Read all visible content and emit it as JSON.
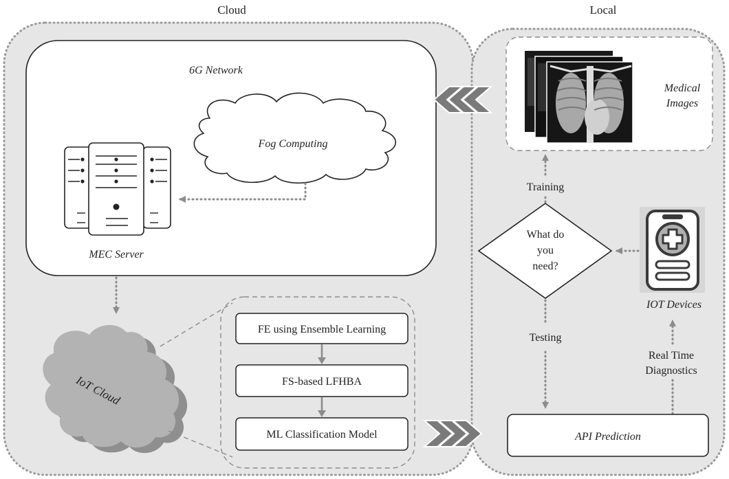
{
  "cloud": {
    "title": "Cloud",
    "network_label": "6G Network",
    "fog_label": "Fog Computing",
    "server_label": "MEC Server",
    "iot_cloud_label": "IoT Cloud",
    "pipeline": [
      "FE using Ensemble Learning",
      "FS-based LFHBA",
      "ML Classification Model"
    ]
  },
  "local": {
    "title": "Local",
    "images_label_line1": "Medical",
    "images_label_line2": "Images",
    "decision_line1": "What do",
    "decision_line2": "you",
    "decision_line3": "need?",
    "training_label": "Training",
    "testing_label": "Testing",
    "devices_label": "IOT Devices",
    "realtime_line1": "Real Time",
    "realtime_line2": "Diagnostics",
    "prediction_label": "API Prediction"
  },
  "colors": {
    "panel_fill": "#e6e6e7",
    "dotted_border": "#9a9a9a",
    "arrow_gray": "#8c8c8c",
    "chevron_fill": "#7a7a7a",
    "iot_cloud_fill": "#a9a9a9"
  }
}
